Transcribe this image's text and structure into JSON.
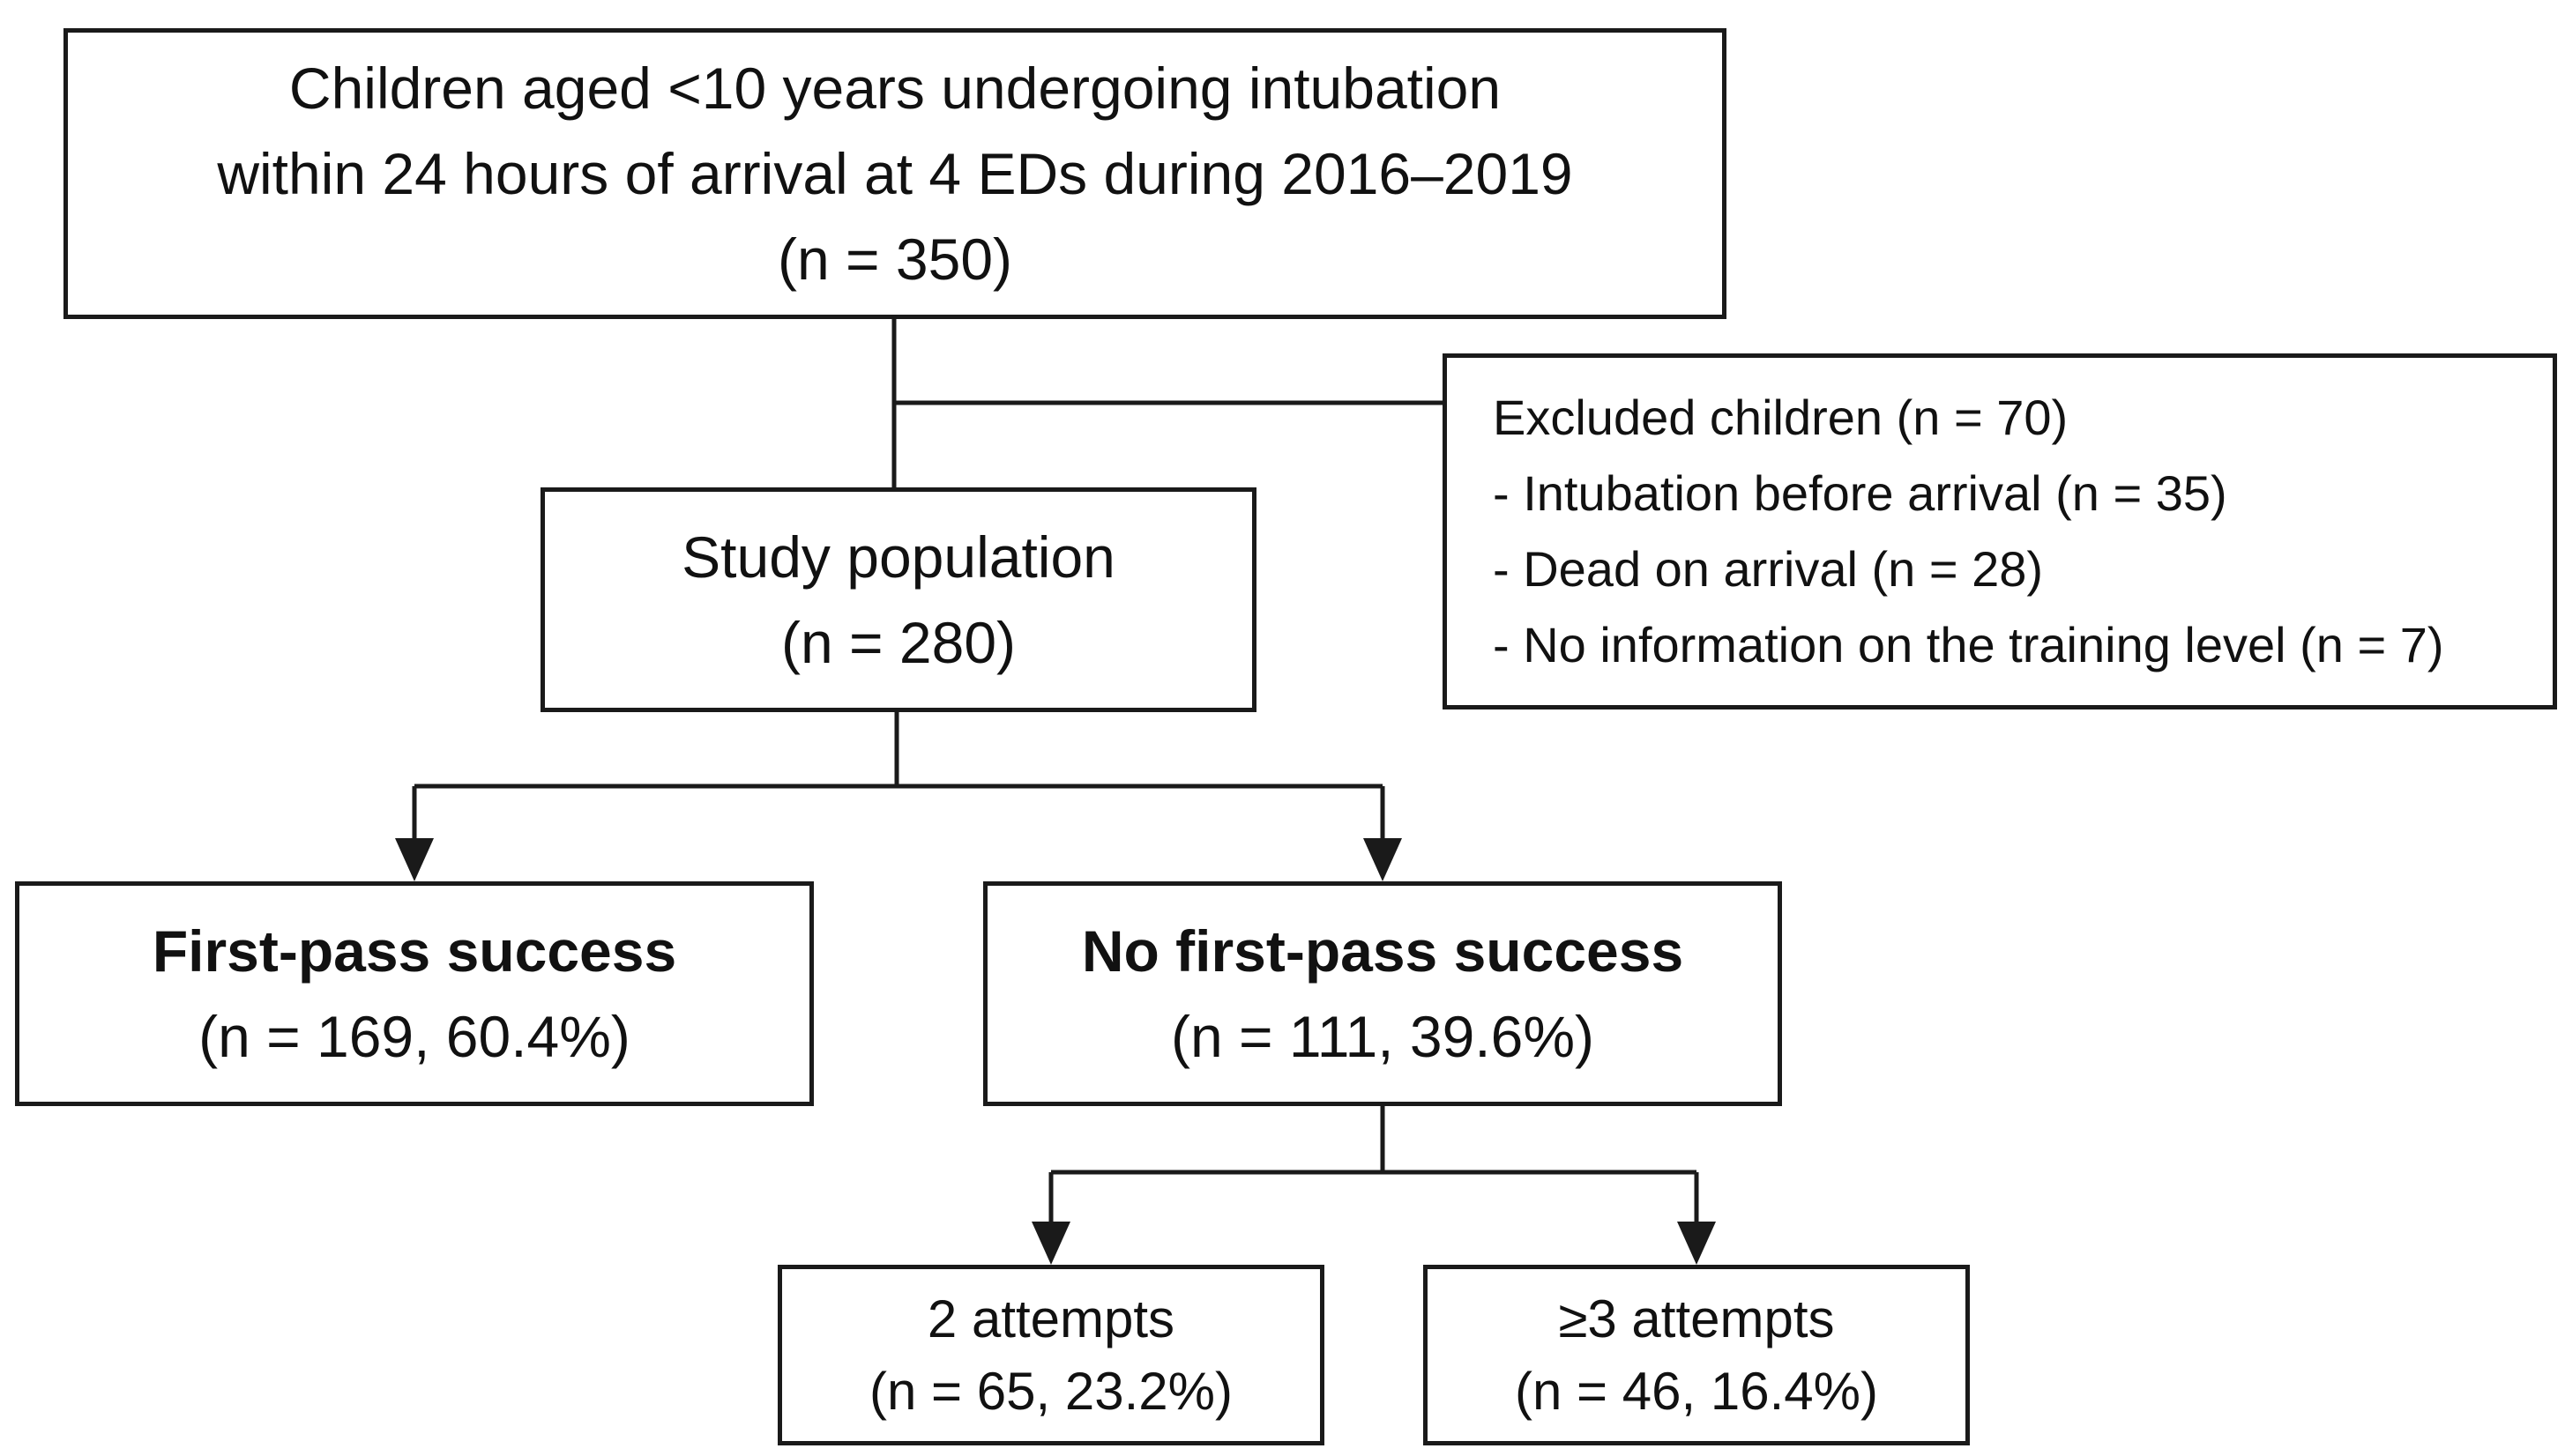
{
  "boxes": {
    "source": {
      "lines": [
        "Children aged <10 years undergoing intubation",
        "within 24 hours of arrival at 4 EDs during 2016–2019",
        "(n = 350)"
      ]
    },
    "excluded": {
      "lines": [
        "Excluded children (n = 70)",
        "- Intubation before arrival (n = 35)",
        "- Dead on arrival (n = 28)",
        "- No information on the training level (n = 7)"
      ]
    },
    "study": {
      "lines": [
        "Study population",
        "(n = 280)"
      ]
    },
    "first_pass": {
      "title": "First-pass success",
      "count": "(n = 169, 60.4%)"
    },
    "no_first_pass": {
      "title": "No first-pass success",
      "count": "(n = 111, 39.6%)"
    },
    "two_attempts": {
      "lines": [
        "2 attempts",
        "(n = 65, 23.2%)"
      ]
    },
    "three_plus": {
      "lines": [
        "≥3 attempts",
        "(n = 46, 16.4%)"
      ]
    }
  },
  "colors": {
    "stroke": "#1a1a1a",
    "background": "#ffffff"
  }
}
